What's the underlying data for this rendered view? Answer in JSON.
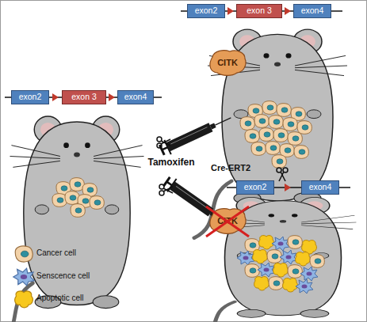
{
  "diagram": {
    "nodes": [
      {
        "text": [
          "exon2"
        ]
      },
      {
        "text": [
          "exon 3"
        ]
      },
      {
        "text": [
          "exon4"
        ]
      },
      {
        "text": [
          "exon2"
        ]
      },
      {
        "text": [
          "exon 3"
        ]
      },
      {
        "text": [
          "exon4"
        ]
      },
      {
        "text": [
          "CITK"
        ]
      },
      {
        "text": [
          "exon2"
        ]
      },
      {
        "text": [
          "exon4"
        ]
      },
      {
        "text": [
          "CITK"
        ]
      }
    ],
    "edges": [
      {
        "from": 0,
        "to": 1,
        "arrow": "none"
      },
      {
        "from": 1,
        "to": 2,
        "arrow": "none"
      },
      {
        "from": 3,
        "to": 4,
        "arrow": "none"
      },
      {
        "from": 4,
        "to": 5,
        "arrow": "none"
      },
      {
        "from": 7,
        "to": 8,
        "arrow": "none"
      }
    ],
    "labels": [
      "Tamoxifen",
      "Cre-ERT2"
    ],
    "legend": [
      {
        "text": "Cancer cell"
      },
      {
        "text": "Senscence cell"
      },
      {
        "text": "Apoptotic cell"
      }
    ]
  }
}
